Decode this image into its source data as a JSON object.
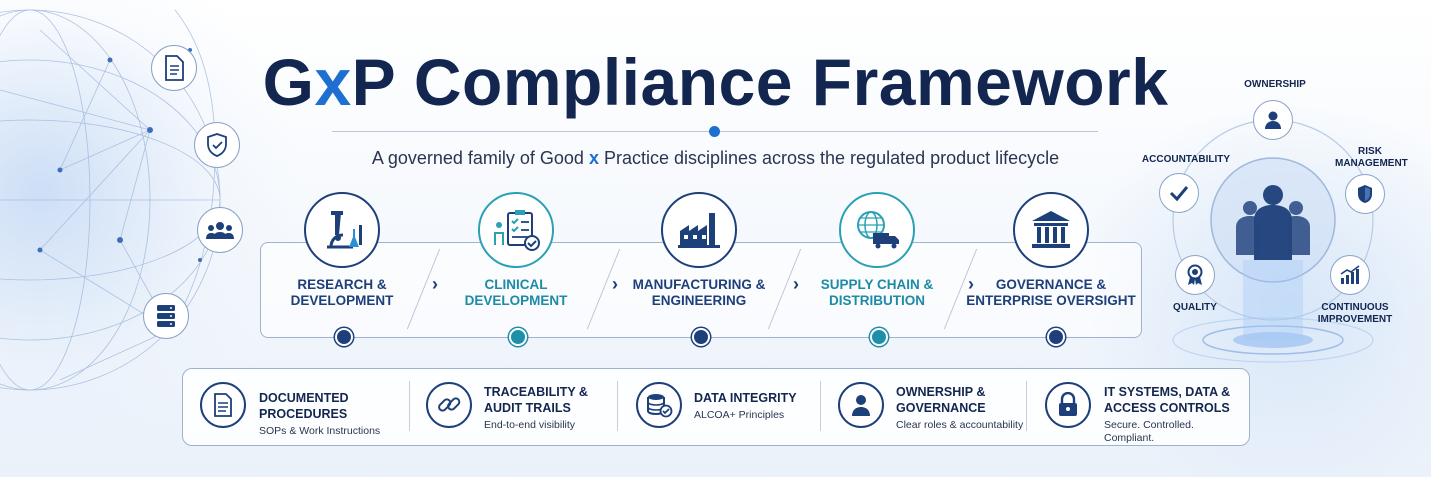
{
  "title": {
    "main": "Compliance Framework",
    "g": "G",
    "x": "x",
    "p": "P"
  },
  "subtitle": {
    "before": "A governed family of Good ",
    "x": "x",
    "after": " Practice disciplines across the regulated product lifecycle"
  },
  "stages": [
    {
      "line1": "Research &",
      "line2": "Development",
      "icon": "microscope-icon",
      "accent": "navy"
    },
    {
      "line1": "Clinical",
      "line2": "Development",
      "icon": "clipboard-checklist-icon",
      "accent": "teal"
    },
    {
      "line1": "Manufacturing &",
      "line2": "Engineering",
      "icon": "factory-icon",
      "accent": "navy"
    },
    {
      "line1": "Supply Chain &",
      "line2": "Distribution",
      "icon": "globe-truck-icon",
      "accent": "teal"
    },
    {
      "line1": "Governance &",
      "line2": "Enterprise Oversight",
      "icon": "institution-icon",
      "accent": "navy"
    }
  ],
  "pillars": [
    {
      "title1": "Documented Procedures",
      "title2": "",
      "sub": "SOPs & Work Instructions",
      "icon": "document-icon"
    },
    {
      "title1": "Traceability &",
      "title2": "Audit Trails",
      "sub": "End-to-end visibility",
      "icon": "chain-link-icon"
    },
    {
      "title1": "Data Integrity",
      "title2": "",
      "sub": "ALCOA+ Principles",
      "icon": "database-check-icon"
    },
    {
      "title1": "Ownership &",
      "title2": "Governance",
      "sub": "Clear roles & accountability",
      "icon": "person-icon"
    },
    {
      "title1": "IT Systems, Data &",
      "title2": "Access Controls",
      "sub": "Secure. Controlled. Compliant.",
      "icon": "padlock-icon"
    }
  ],
  "right_cycle": {
    "ownership": "OWNERSHIP",
    "accountability": "ACCOUNTABILITY",
    "risk1": "RISK",
    "risk2": "MANAGEMENT",
    "quality": "QUALITY",
    "ci1": "CONTINUOUS",
    "ci2": "IMPROVEMENT"
  },
  "left_icons": [
    "document-icon",
    "shield-check-icon",
    "team-icon",
    "server-icon"
  ],
  "colors": {
    "navy": "#1d3f7a",
    "title": "#13264f",
    "accent_blue": "#1e6fd0",
    "teal": "#2aa0b5"
  }
}
